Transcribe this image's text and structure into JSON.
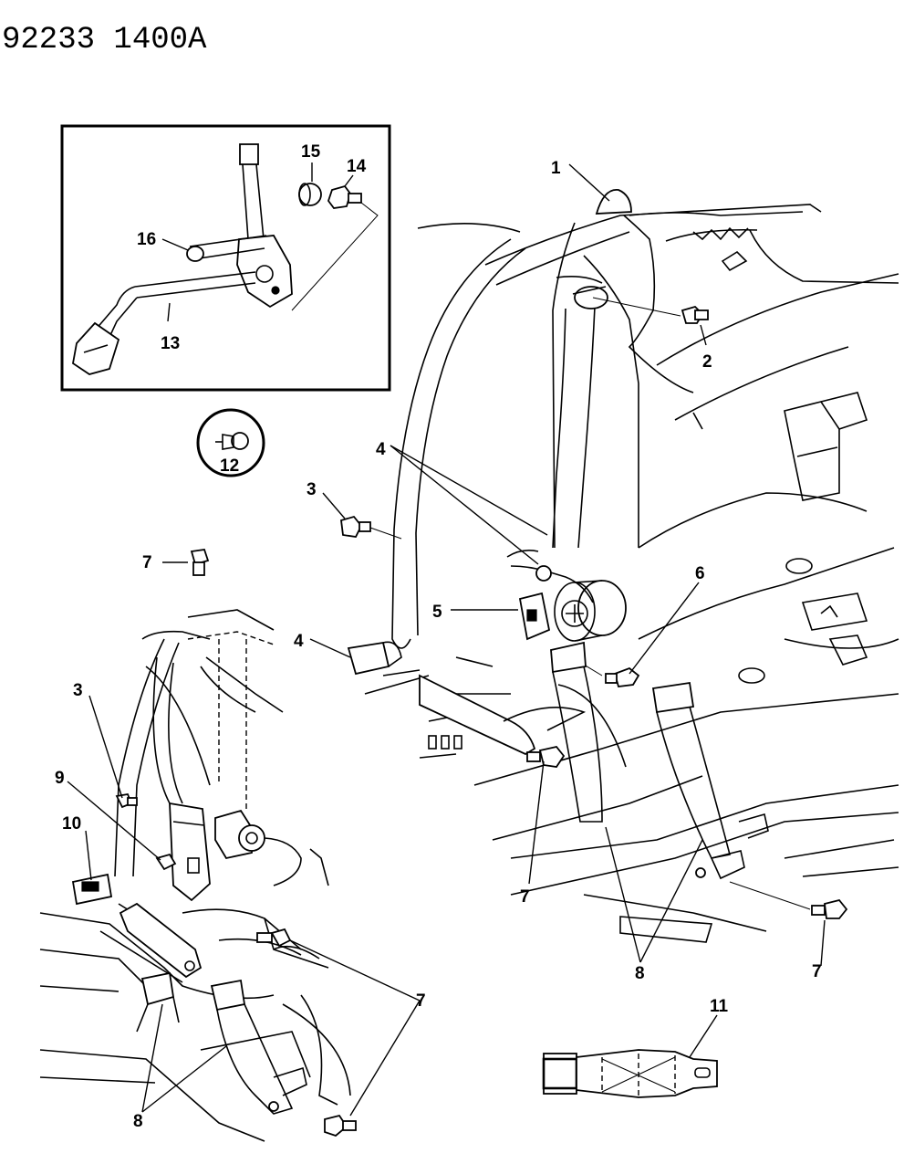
{
  "header": {
    "code": "92233  1400A"
  },
  "callouts": {
    "c1": "1",
    "c2": "2",
    "c3a": "3",
    "c3b": "3",
    "c4a": "4",
    "c4b": "4",
    "c5": "5",
    "c6": "6",
    "c7a": "7",
    "c7b": "7",
    "c7c": "7",
    "c7d": "7",
    "c8a": "8",
    "c8b": "8",
    "c9": "9",
    "c10": "10",
    "c11": "11",
    "c12": "12",
    "c13": "13",
    "c14": "14",
    "c15": "15",
    "c16": "16"
  }
}
